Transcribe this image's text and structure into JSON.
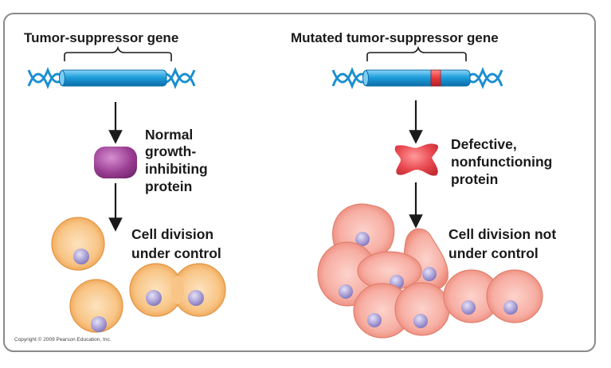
{
  "left_panel": {
    "title": "Tumor-suppressor gene",
    "protein_label_lines": [
      "Normal",
      "growth-",
      "inhibiting",
      "protein"
    ],
    "cell_label_lines": [
      "Cell division",
      "under control"
    ]
  },
  "right_panel": {
    "title": "Mutated tumor-suppressor gene",
    "protein_label_lines": [
      "Defective,",
      "nonfunctioning",
      "protein"
    ],
    "cell_label_lines": [
      "Cell division not",
      "under control"
    ]
  },
  "copyright": "Copyright © 2009 Pearson Education, Inc.",
  "colors": {
    "dna": "#1e9fdd",
    "dna_strand": "#1a8fd0",
    "mutation": "#e8363c",
    "normal_protein": "#9a3d93",
    "defective_protein": "#e8474f",
    "normal_cell": "#f5b36a",
    "abnormal_cell": "#f59a8e",
    "nucleus": "#9a8fd0",
    "frame": "#888888"
  }
}
